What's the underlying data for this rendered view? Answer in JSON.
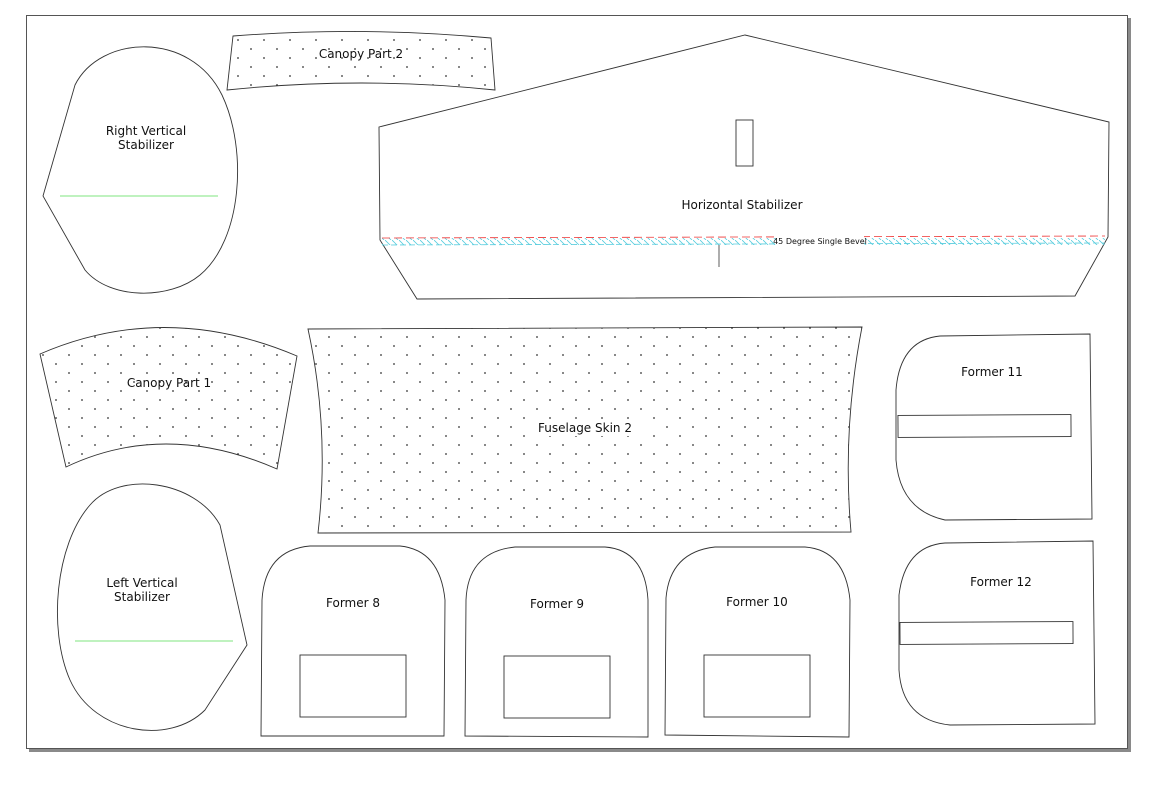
{
  "sheet": {
    "parts": [
      {
        "id": "right-vertical-stabilizer",
        "label_lines": [
          "Right Vertical",
          "Stabilizer"
        ]
      },
      {
        "id": "canopy-part-2",
        "label_lines": [
          "Canopy Part 2"
        ]
      },
      {
        "id": "horizontal-stabilizer",
        "label_lines": [
          "Horizontal Stabilizer"
        ]
      },
      {
        "id": "canopy-part-1",
        "label_lines": [
          "Canopy Part 1"
        ]
      },
      {
        "id": "fuselage-skin-2",
        "label_lines": [
          "Fuselage Skin 2"
        ]
      },
      {
        "id": "former-11",
        "label_lines": [
          "Former 11"
        ]
      },
      {
        "id": "left-vertical-stabilizer",
        "label_lines": [
          "Left Vertical",
          "Stabilizer"
        ]
      },
      {
        "id": "former-8",
        "label_lines": [
          "Former 8"
        ]
      },
      {
        "id": "former-9",
        "label_lines": [
          "Former 9"
        ]
      },
      {
        "id": "former-10",
        "label_lines": [
          "Former 10"
        ]
      },
      {
        "id": "former-12",
        "label_lines": [
          "Former 12"
        ]
      }
    ],
    "bevel_note": "45 Degree Single Bevel",
    "colors": {
      "outline": "#333333",
      "hinge_line": "#55dd55",
      "bevel_red": "#ee3333",
      "bevel_cyan": "#55ccdd"
    }
  }
}
